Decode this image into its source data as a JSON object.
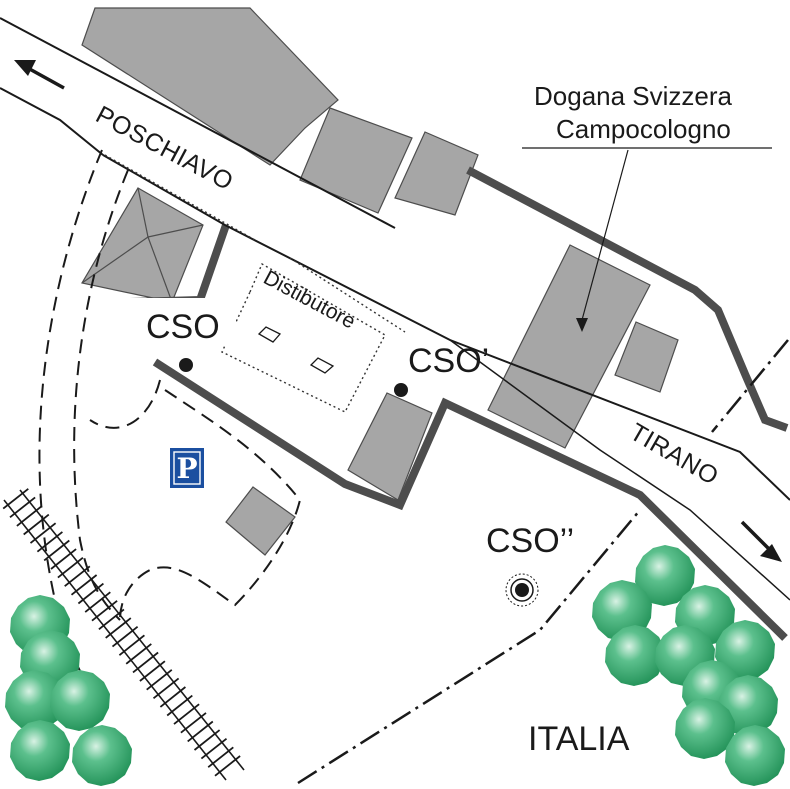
{
  "map": {
    "labels": {
      "road_north": "POSCHIAVO",
      "road_south": "TIRANO",
      "customs_line1": "Dogana Svizzera",
      "customs_line2": "Campocologno",
      "fuel_station": "Distibutore",
      "point_cso": "CSO",
      "point_cso_prime": "CSO’",
      "point_cso_double_prime": "CSO’’",
      "country": "ITALIA",
      "parking": "P"
    },
    "icons": {
      "parking": "parking-icon",
      "arrow_north": "arrow-northwest-icon",
      "arrow_south": "arrow-southeast-icon",
      "tree": "tree-icon",
      "railway": "railway-track-icon"
    },
    "colors": {
      "building": "#a6a6a6",
      "building_stroke": "#4d4d4d",
      "wall": "#4d4d4d",
      "tree": "#3aa673",
      "parking_bg": "#1b4fa0",
      "road_line": "#1a1a1a",
      "text": "#1a1a1a"
    }
  }
}
